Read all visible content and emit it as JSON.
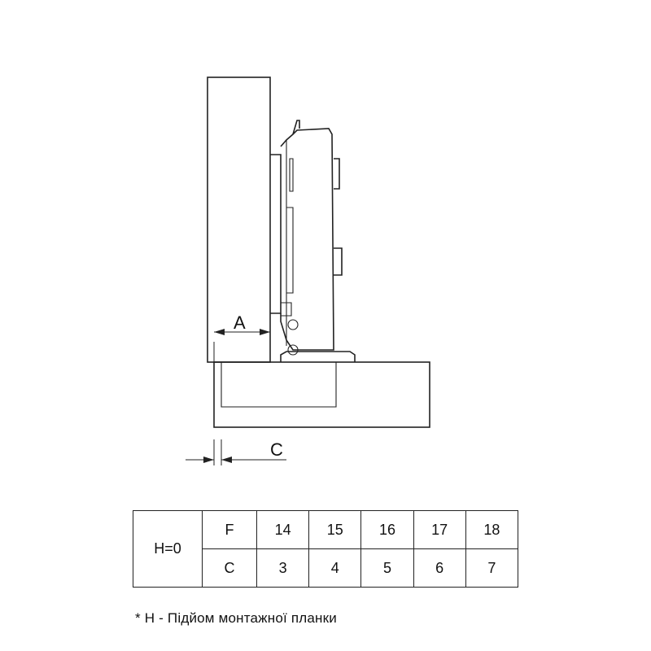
{
  "drawing": {
    "dimension_a": "A",
    "dimension_c": "C"
  },
  "table": {
    "h_label": "H=0",
    "rows": [
      {
        "label": "F",
        "values": [
          "14",
          "15",
          "16",
          "17",
          "18"
        ]
      },
      {
        "label": "C",
        "values": [
          "3",
          "4",
          "5",
          "6",
          "7"
        ]
      }
    ]
  },
  "footnote": "* H - Підйом монтажної планки"
}
